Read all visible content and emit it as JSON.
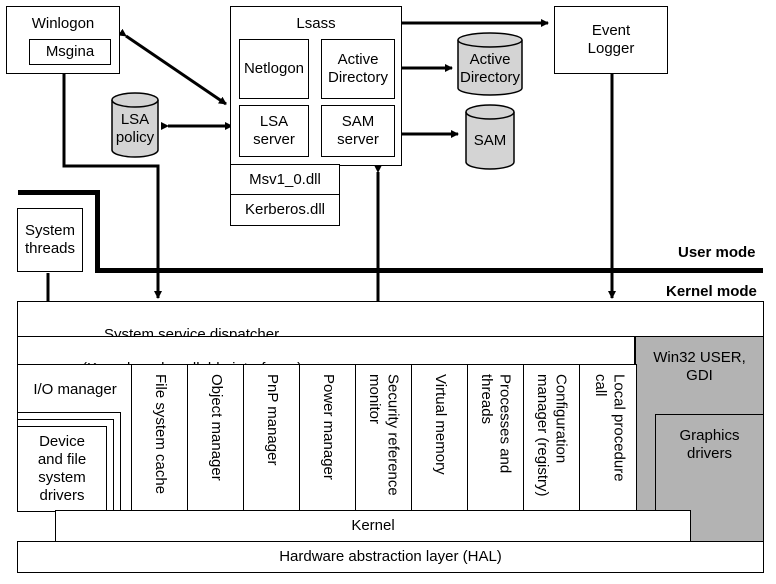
{
  "user_side": {
    "winlogon": "Winlogon",
    "msgina": "Msgina",
    "lsass": "Lsass",
    "netlogon": "Netlogon",
    "active_directory_module": "Active\nDirectory",
    "lsa_server": "LSA\nserver",
    "sam_server": "SAM\nserver",
    "msv1_0": "Msv1_0.dll",
    "kerberos": "Kerberos.dll",
    "event_logger": "Event\nLogger",
    "lsa_policy_db": "LSA\npolicy",
    "active_directory_db": "Active\nDirectory",
    "sam_db": "SAM",
    "system_threads": "System\nthreads"
  },
  "modes": {
    "user": "User mode",
    "kernel": "Kernel mode"
  },
  "kernel_side": {
    "dispatcher": "System service dispatcher",
    "callable": "(Kernel-mode callable interfaces)",
    "io_manager": "I/O manager",
    "device_drivers": "Device\nand file\nsystem\ndrivers",
    "columns": [
      "File system cache",
      "Object manager",
      "PnP manager",
      "Power manager",
      "Security reference\nmonitor",
      "Virtual memory",
      "Processes and\nthreads",
      "Configuration\nmanager (registry)",
      "Local procedure\ncall"
    ],
    "win32": "Win32 USER,\nGDI",
    "graphics": "Graphics\ndrivers",
    "kernel": "Kernel",
    "hal": "Hardware abstraction layer (HAL)"
  },
  "colors": {
    "database_fill": "#d4d4d4",
    "win32_fill": "#b3b3b3"
  }
}
